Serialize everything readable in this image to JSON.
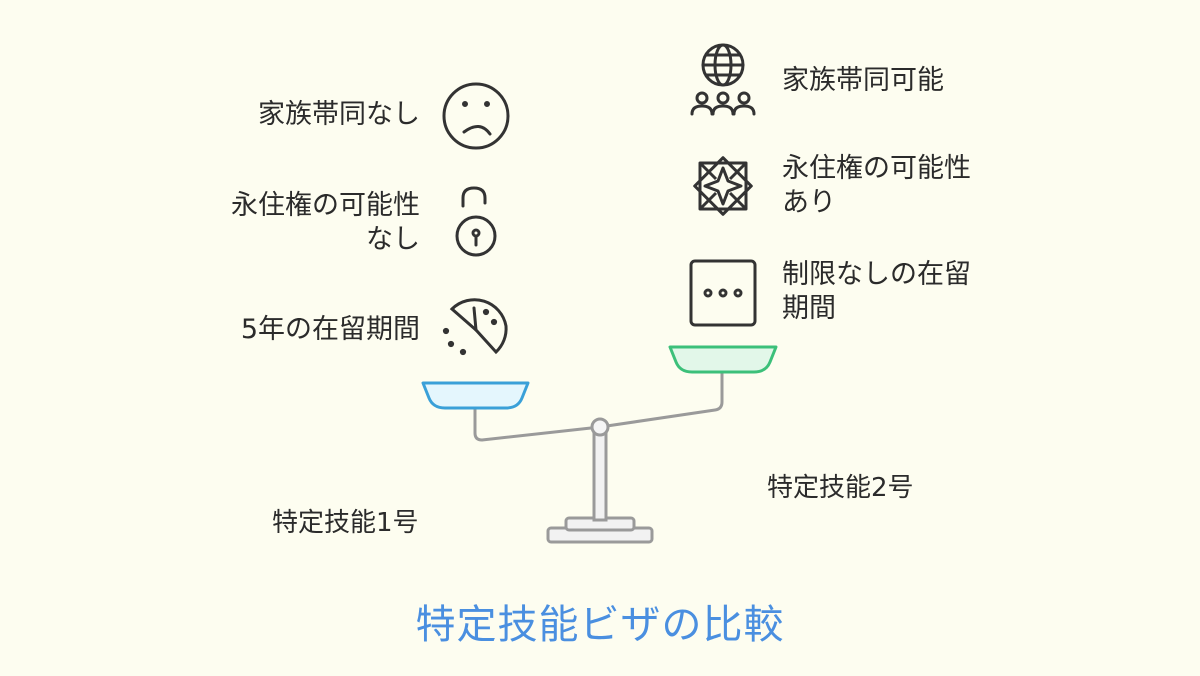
{
  "left": {
    "label": "特定技能1号",
    "items": [
      {
        "text": "家族帯同なし",
        "icon": "sad-face-icon"
      },
      {
        "text": "永住権の可能性\nなし",
        "icon": "unlocked-padlock-icon"
      },
      {
        "text": "5年の在留期間",
        "icon": "partial-clock-icon"
      }
    ]
  },
  "right": {
    "label": "特定技能2号",
    "items": [
      {
        "text": "家族帯同可能",
        "icon": "globe-people-icon"
      },
      {
        "text": "永住権の可能性\nあり",
        "icon": "star-emblem-icon"
      },
      {
        "text": "制限なしの在留\n期間",
        "icon": "ellipsis-box-icon"
      }
    ]
  },
  "title": "特定技能ビザの比較",
  "colors": {
    "background": "#fdfdf0",
    "title": "#4a8fe0",
    "left_pan_stroke": "#3aa0d8",
    "left_pan_fill": "#e4f6fd",
    "right_pan_stroke": "#3cc07a",
    "right_pan_fill": "#e2f7e9",
    "scale_gray": "#9a9a9a"
  }
}
